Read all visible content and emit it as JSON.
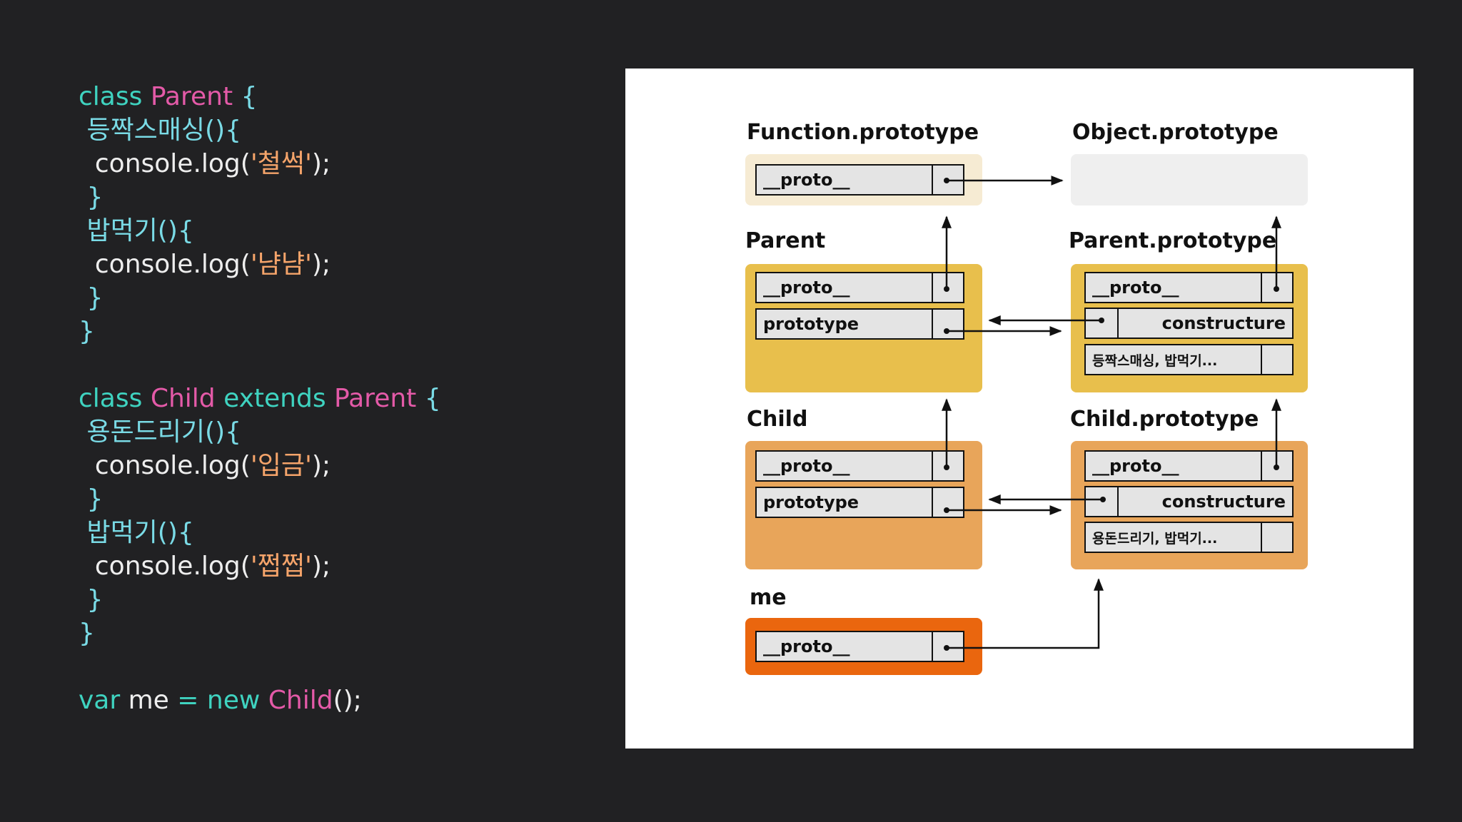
{
  "code": [
    [
      {
        "t": "kw",
        "v": "class "
      },
      {
        "t": "cls",
        "v": "Parent "
      },
      {
        "t": "punc",
        "v": "{"
      }
    ],
    [
      {
        "t": "fn",
        "v": " 등짝스매싱(){"
      }
    ],
    [
      {
        "t": "plain",
        "v": "  console.log("
      },
      {
        "t": "str",
        "v": "'철썩'"
      },
      {
        "t": "plain",
        "v": ");"
      }
    ],
    [
      {
        "t": "punc",
        "v": " }"
      }
    ],
    [
      {
        "t": "fn",
        "v": " 밥먹기(){"
      }
    ],
    [
      {
        "t": "plain",
        "v": "  console.log("
      },
      {
        "t": "str",
        "v": "'냠냠'"
      },
      {
        "t": "plain",
        "v": ");"
      }
    ],
    [
      {
        "t": "punc",
        "v": " }"
      }
    ],
    [
      {
        "t": "punc",
        "v": "}"
      }
    ],
    [],
    [
      {
        "t": "kw",
        "v": "class "
      },
      {
        "t": "cls",
        "v": "Child "
      },
      {
        "t": "kw",
        "v": "extends "
      },
      {
        "t": "cls",
        "v": "Parent "
      },
      {
        "t": "punc",
        "v": "{"
      }
    ],
    [
      {
        "t": "fn",
        "v": " 용돈드리기(){"
      }
    ],
    [
      {
        "t": "plain",
        "v": "  console.log("
      },
      {
        "t": "str",
        "v": "'입금'"
      },
      {
        "t": "plain",
        "v": ");"
      }
    ],
    [
      {
        "t": "punc",
        "v": " }"
      }
    ],
    [
      {
        "t": "fn",
        "v": " 밥먹기(){"
      }
    ],
    [
      {
        "t": "plain",
        "v": "  console.log("
      },
      {
        "t": "str",
        "v": "'쩝쩝'"
      },
      {
        "t": "plain",
        "v": ");"
      }
    ],
    [
      {
        "t": "punc",
        "v": " }"
      }
    ],
    [
      {
        "t": "punc",
        "v": "}"
      }
    ],
    [],
    [
      {
        "t": "kw",
        "v": "var "
      },
      {
        "t": "plain",
        "v": "me "
      },
      {
        "t": "kw",
        "v": "= new "
      },
      {
        "t": "cls",
        "v": "Child"
      },
      {
        "t": "plain",
        "v": "();"
      }
    ]
  ],
  "colors": {
    "background": "#212123",
    "keyword": "#3fd3c0",
    "class_name": "#e45aa8",
    "string": "#f5a46a",
    "function_prototype_box": "#f6ebd3",
    "object_prototype_box": "#efefef",
    "parent_box": "#e8bf4c",
    "child_box": "#e8a55a",
    "me_box": "#ea660e"
  },
  "diagram": {
    "function_prototype": {
      "title": "Function.prototype",
      "proto_label": "__proto__"
    },
    "object_prototype": {
      "title": "Object.prototype"
    },
    "parent": {
      "title": "Parent",
      "proto_label": "__proto__",
      "prototype_label": "prototype"
    },
    "parent_prototype": {
      "title": "Parent.prototype",
      "proto_label": "__proto__",
      "constructor_label": "constructure",
      "methods_label": "등짝스매싱, 밥먹기..."
    },
    "child": {
      "title": "Child",
      "proto_label": "__proto__",
      "prototype_label": "prototype"
    },
    "child_prototype": {
      "title": "Child.prototype",
      "proto_label": "__proto__",
      "constructor_label": "constructure",
      "methods_label": "용돈드리기, 밥먹기..."
    },
    "me": {
      "title": "me",
      "proto_label": "__proto__"
    }
  }
}
